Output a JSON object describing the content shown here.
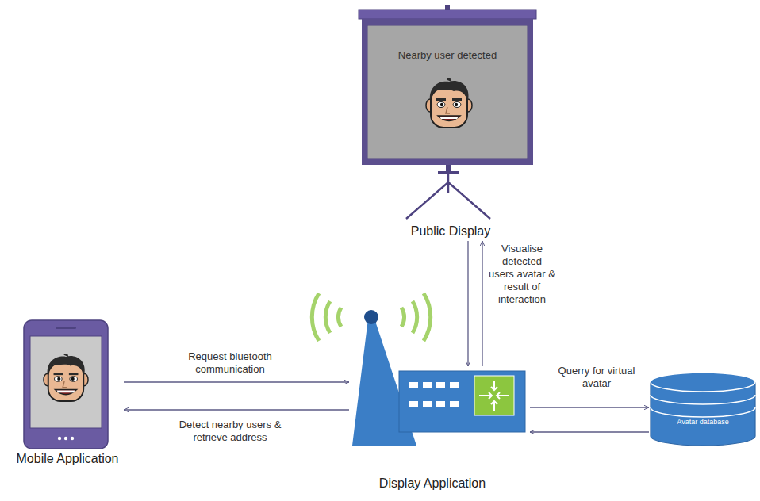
{
  "diagram": {
    "nodes": [
      {
        "text": [
          "Nearby user detected",
          "Public Display"
        ]
      },
      {
        "text": [
          "Mobile Application"
        ]
      },
      {
        "text": [
          "Display Application"
        ]
      },
      {
        "text": [
          "Avatar database"
        ]
      }
    ],
    "edges": [
      {
        "from": 1,
        "to": 2,
        "label": "Request bluetooth communication",
        "arrow": "to"
      },
      {
        "from": 2,
        "to": 1,
        "label": "Detect nearby users & retrieve address",
        "arrow": "to"
      },
      {
        "from": 2,
        "to": 0,
        "label": "Visualise detected users avatar & result of interaction",
        "arrow": "to"
      },
      {
        "from": 0,
        "to": 2,
        "arrow": "to"
      },
      {
        "from": 2,
        "to": 3,
        "label": "Querry for virtual avatar",
        "arrow": "to"
      },
      {
        "from": 3,
        "to": 2,
        "arrow": "to"
      }
    ]
  }
}
